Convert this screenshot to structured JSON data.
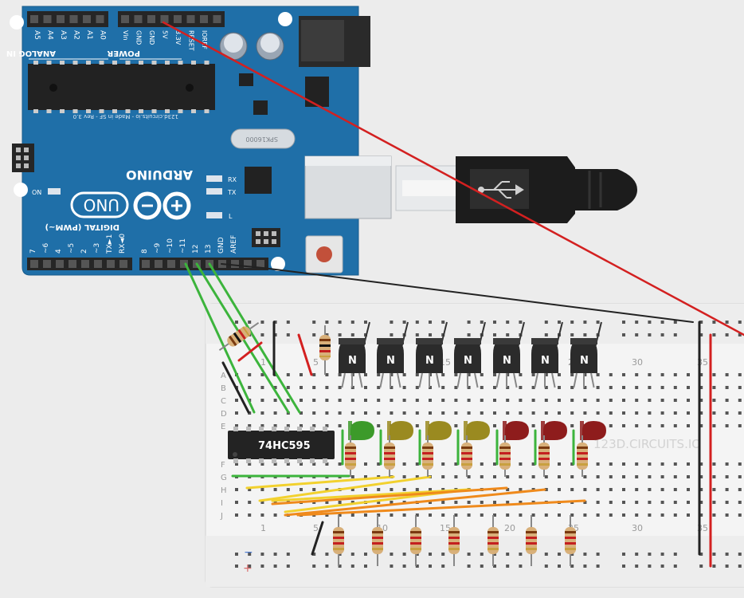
{
  "arduino": {
    "brand": "ARDUINO",
    "model": "UNO",
    "analog_header": "ANALOG IN",
    "power_header": "POWER",
    "digital_header": "DIGITAL (PWM~)",
    "footer_text": "123d.circuits.io - Made in SF - Rev 3.0",
    "crystal_label": "SPK16000",
    "led_on": "ON",
    "led_tx": "TX",
    "led_rx": "RX",
    "led_l": "L",
    "analog_pins": [
      "A5",
      "A4",
      "A3",
      "A2",
      "A1",
      "A0"
    ],
    "power_pins": [
      "Vin",
      "GND",
      "GND",
      "5V",
      "3.3V",
      "RESET",
      "IOREF"
    ],
    "digital_pins_low": [
      "RX◄0",
      "TX►1",
      "~3",
      "2",
      "~5",
      "4",
      "~6",
      "7"
    ],
    "digital_pins_high": [
      "8",
      "~9",
      "~10",
      "~11",
      "12",
      "13",
      "GND",
      "AREF"
    ]
  },
  "breadboard": {
    "watermark": "123D.CIRCUITS.IO",
    "row_labels": [
      "A",
      "B",
      "C",
      "D",
      "E",
      "F",
      "G",
      "H",
      "I",
      "J"
    ],
    "col_numbers": [
      "1",
      "5",
      "10",
      "15",
      "20",
      "25",
      "30",
      "35"
    ],
    "rail_minus": "−",
    "rail_plus": "+"
  },
  "shift_register": {
    "label": "74HC595"
  },
  "transistor_label": "N",
  "colors": {
    "arduino_blue": "#1f6fa8",
    "wire_red": "#d32020",
    "wire_black": "#222222",
    "wire_green": "#3cb43c",
    "wire_yellow": "#f2d12e",
    "wire_orange": "#ef8a1c",
    "led_green": "#3c9a2a",
    "led_yellow": "#9a8a20",
    "led_red": "#8e1c1c"
  }
}
